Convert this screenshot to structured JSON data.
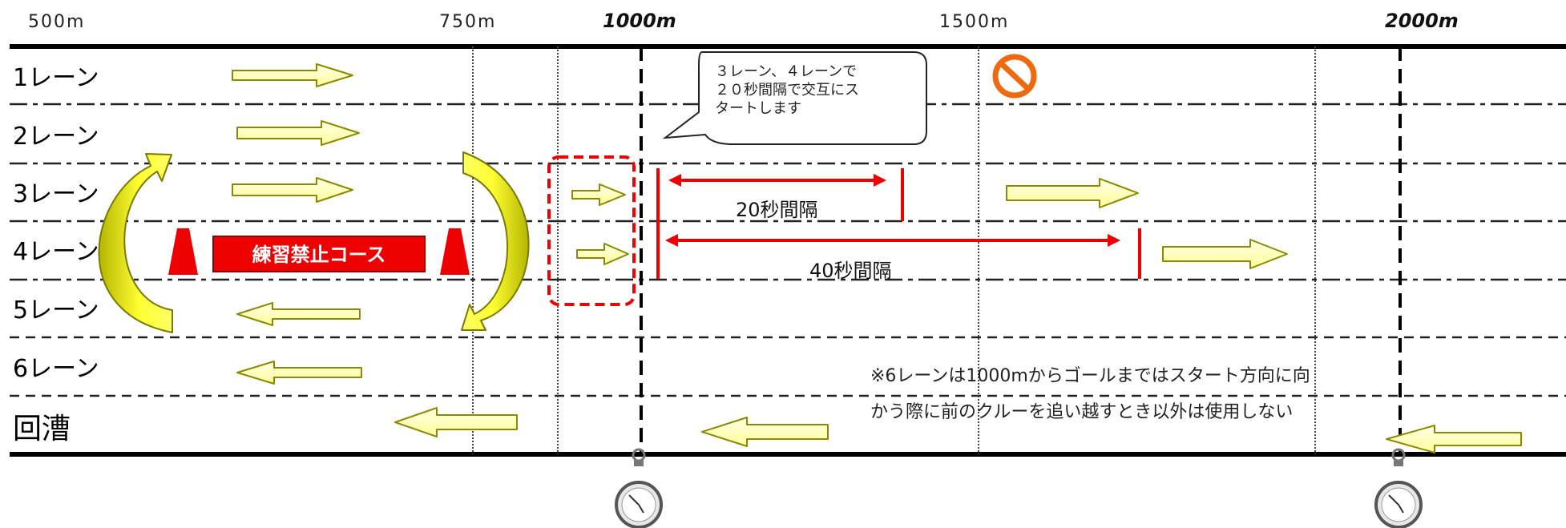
{
  "distances": {
    "d500": "500m",
    "d750": "750m",
    "d1000": "1000m",
    "d1500": "1500m",
    "d2000": "2000m"
  },
  "lanes": [
    "1レーン",
    "2レーン",
    "3レーン",
    "4レーン",
    "5レーン",
    "6レーン",
    "回漕"
  ],
  "callout": {
    "lines": [
      "３レーン、４レーンで",
      "２０秒間隔で交互にス",
      "タートします"
    ]
  },
  "no_practice_label": "練習禁止コース",
  "intervals": {
    "short": "20秒間隔",
    "long": "40秒間隔"
  },
  "note": {
    "line1": "※6レーンは1000mからゴールまではスタート方向に向",
    "line2": "かう際に前のクルーを追い越すとき以外は使用しない"
  },
  "colors": {
    "arrow_fill": "#ffffb3",
    "arrow_stroke": "#8a8a00",
    "curve_fill": "#ffff33",
    "curve_shade": "#b5b500",
    "red": "#ee0000",
    "no_entry": "#ee6a10"
  },
  "icons": {
    "no_entry": "no-entry-icon",
    "stopwatch": "stopwatch-icon"
  }
}
